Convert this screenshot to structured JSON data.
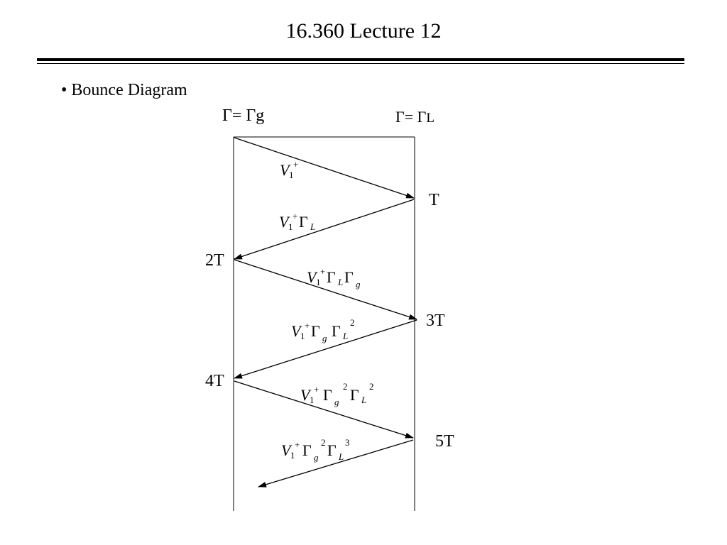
{
  "slide": {
    "title": "16.360 Lecture 12",
    "bullet": "• Bounce Diagram"
  },
  "diagram": {
    "left_end": {
      "symbol": "Γ",
      "eq": "= ",
      "value_symbol": "Γ",
      "value_sub": "g"
    },
    "right_end": {
      "symbol": "Γ",
      "eq": "= ",
      "value_symbol": "Γ",
      "value_sub": "L"
    },
    "time_labels": [
      "T",
      "2T",
      "3T",
      "4T",
      "5T"
    ],
    "wave_labels": [
      {
        "V": "V",
        "sub1": "1",
        "sup": "+"
      },
      {
        "V": "V",
        "sub1": "1",
        "sup": "+",
        "G1": "Γ",
        "s1": "L"
      },
      {
        "V": "V",
        "sub1": "1",
        "sup": "+",
        "G1": "Γ",
        "s1": "L",
        "G2": "Γ",
        "s2": "g"
      },
      {
        "V": "V",
        "sub1": "1",
        "sup": "+",
        "G1": "Γ",
        "s1": "g",
        "G2": "Γ",
        "s2": "L",
        "p2": "2"
      },
      {
        "V": "V",
        "sub1": "1",
        "sup": "+",
        "G1": "Γ",
        "s1": "g",
        "p1": "2",
        "G2": "Γ",
        "s2": "L",
        "p2": "2"
      },
      {
        "V": "V",
        "sub1": "1",
        "sup": "+",
        "G1": "Γ",
        "s1": "g",
        "p1": "2",
        "G2": "Γ",
        "s2": "L",
        "p2": "3"
      }
    ]
  }
}
